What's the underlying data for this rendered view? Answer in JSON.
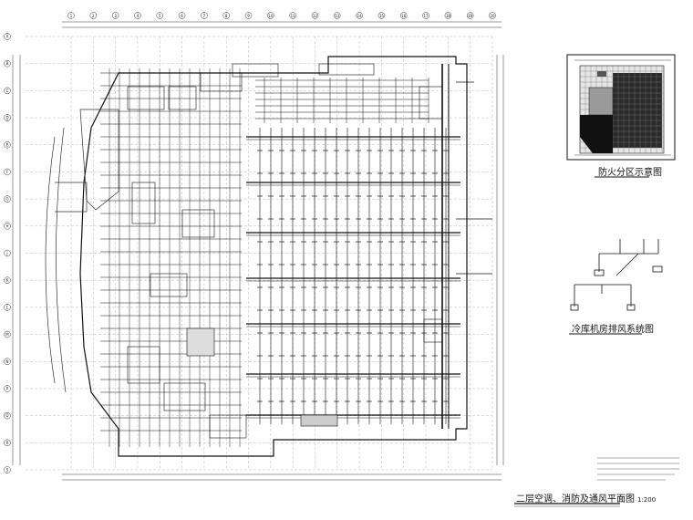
{
  "drawing": {
    "main_title": "二层空调、消防及通风平面图",
    "main_scale": "1:200",
    "fire_zone_title": "防火分区示意图",
    "exhaust_title": "冷库机房排风系统图"
  },
  "colors": {
    "line": "#111111",
    "background": "#ffffff",
    "hatch": "#222222"
  },
  "grid_labels": {
    "columns": [
      "1",
      "2",
      "3",
      "4",
      "5",
      "6",
      "7",
      "8",
      "9",
      "10",
      "11",
      "12",
      "13",
      "14",
      "15",
      "16",
      "17",
      "18",
      "19",
      "20"
    ],
    "rows": [
      "A",
      "B",
      "C",
      "D",
      "E",
      "F",
      "G",
      "H",
      "J",
      "K",
      "L",
      "M",
      "N",
      "P",
      "Q",
      "R",
      "S"
    ]
  }
}
